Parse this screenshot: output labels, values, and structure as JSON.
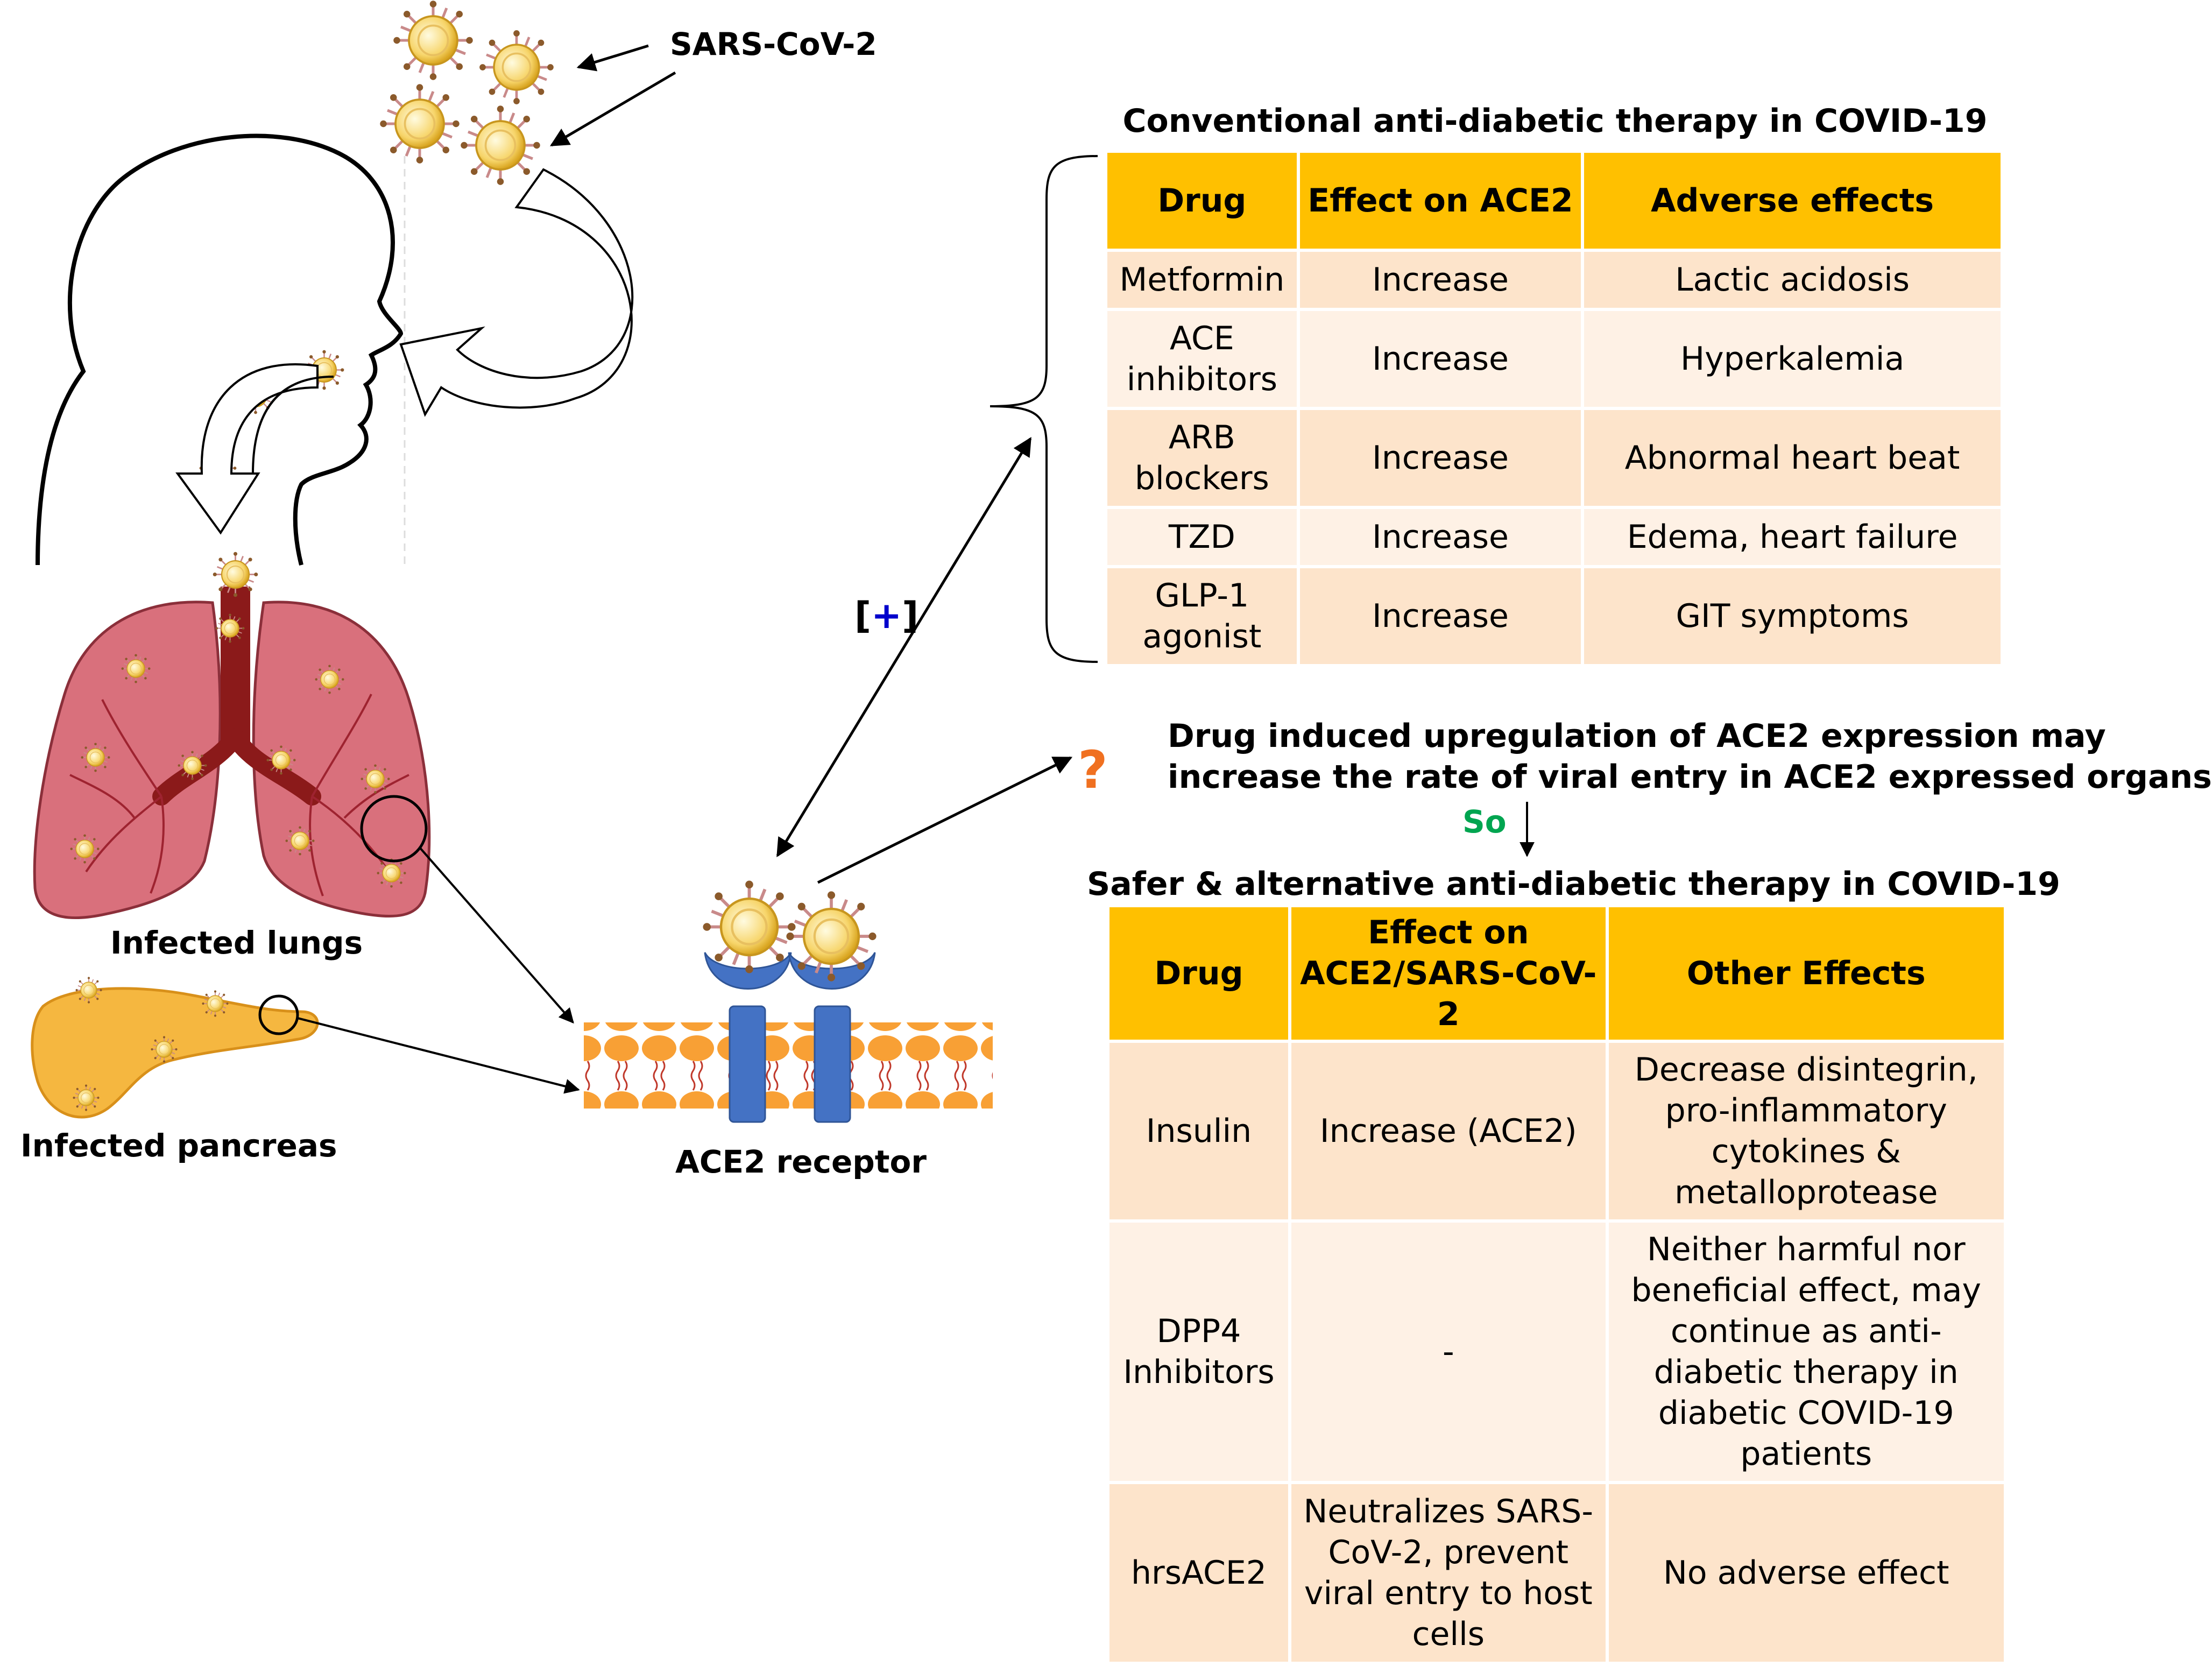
{
  "labels": {
    "virus": "SARS-CoV-2",
    "lungs": "Infected lungs",
    "pancreas": "Infected pancreas",
    "receptor": "ACE2 receptor",
    "plus_open": "[",
    "plus_sign": "+",
    "plus_close": "]",
    "question": "?",
    "so": "So"
  },
  "statement": {
    "line1": "Drug induced upregulation of ACE2 expression may",
    "line2": "increase the rate of viral entry in ACE2 expressed organs"
  },
  "conventional": {
    "title": "Conventional anti-diabetic therapy in COVID-19",
    "headers": [
      "Drug",
      "Effect on ACE2",
      "Adverse effects"
    ],
    "rows": [
      [
        "Metformin",
        "Increase",
        "Lactic acidosis"
      ],
      [
        "ACE inhibitors",
        "Increase",
        "Hyperkalemia"
      ],
      [
        "ARB blockers",
        "Increase",
        "Abnormal heart beat"
      ],
      [
        "TZD",
        "Increase",
        "Edema, heart failure"
      ],
      [
        "GLP-1 agonist",
        "Increase",
        "GIT symptoms"
      ]
    ]
  },
  "safer": {
    "title": "Safer & alternative anti-diabetic therapy in COVID-19",
    "headers": [
      "Drug",
      "Effect on ACE2/SARS-CoV-2",
      "Other Effects"
    ],
    "rows": [
      [
        "Insulin",
        "Increase (ACE2)",
        "Decrease disintegrin, pro-inflammatory cytokines & metalloprotease"
      ],
      [
        "DPP4 Inhibitors",
        "-",
        "Neither harmful nor beneficial effect, may continue as anti-diabetic therapy in diabetic COVID-19 patients"
      ],
      [
        "hrsACE2",
        "Neutralizes SARS-CoV-2, prevent viral entry to host cells",
        "No adverse effect"
      ]
    ]
  },
  "colors": {
    "header_fill": "#ffc000",
    "row_odd": "#fde4cb",
    "row_even": "#fef1e5",
    "receptor_blue": "#4472c4",
    "membrane_orange": "#f8a035",
    "lung_pink": "#d9707c",
    "trachea": "#8b1a1a",
    "plus_blue": "#0000cc",
    "question_orange": "#f07020",
    "so_green": "#00a550"
  }
}
